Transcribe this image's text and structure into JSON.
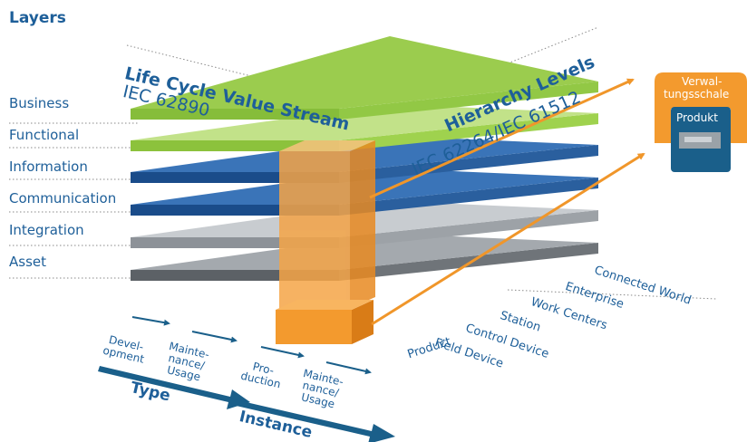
{
  "title": "Layers",
  "layers": [
    "Business",
    "Functional",
    "Information",
    "Communication",
    "Integration",
    "Asset"
  ],
  "axes": {
    "life_cycle": {
      "name": "Life Cycle Value Stream",
      "standard": "IEC 62890"
    },
    "hierarchy": {
      "name": "Hierarchy Levels",
      "standard": "IEC 62264/IEC 61512"
    }
  },
  "hierarchy_levels": [
    "Connected World",
    "Enterprise",
    "Work Centers",
    "Station",
    "Control Device",
    "Field Device",
    "Product"
  ],
  "life_cycle": {
    "type_steps": [
      {
        "line1": "Devel-",
        "line2": "opment"
      },
      {
        "line1": "Mainte-",
        "line2": "nance/",
        "line3": "Usage"
      }
    ],
    "instance_steps": [
      {
        "line1": "Pro-",
        "line2": "duction"
      },
      {
        "line1": "Mainte-",
        "line2": "nance/",
        "line3": "Usage"
      }
    ],
    "type_label": "Type",
    "instance_label": "Instance"
  },
  "shell": {
    "title_line1": "Verwal-",
    "title_line2": "tungsschale",
    "product": "Produkt"
  },
  "colors": {
    "text_blue": "#1e5f99",
    "green": "#8dc63f",
    "blue": "#2a66ad",
    "grey": "#9ea3a8",
    "orange": "#f0962a",
    "navy": "#1a5f8a"
  }
}
